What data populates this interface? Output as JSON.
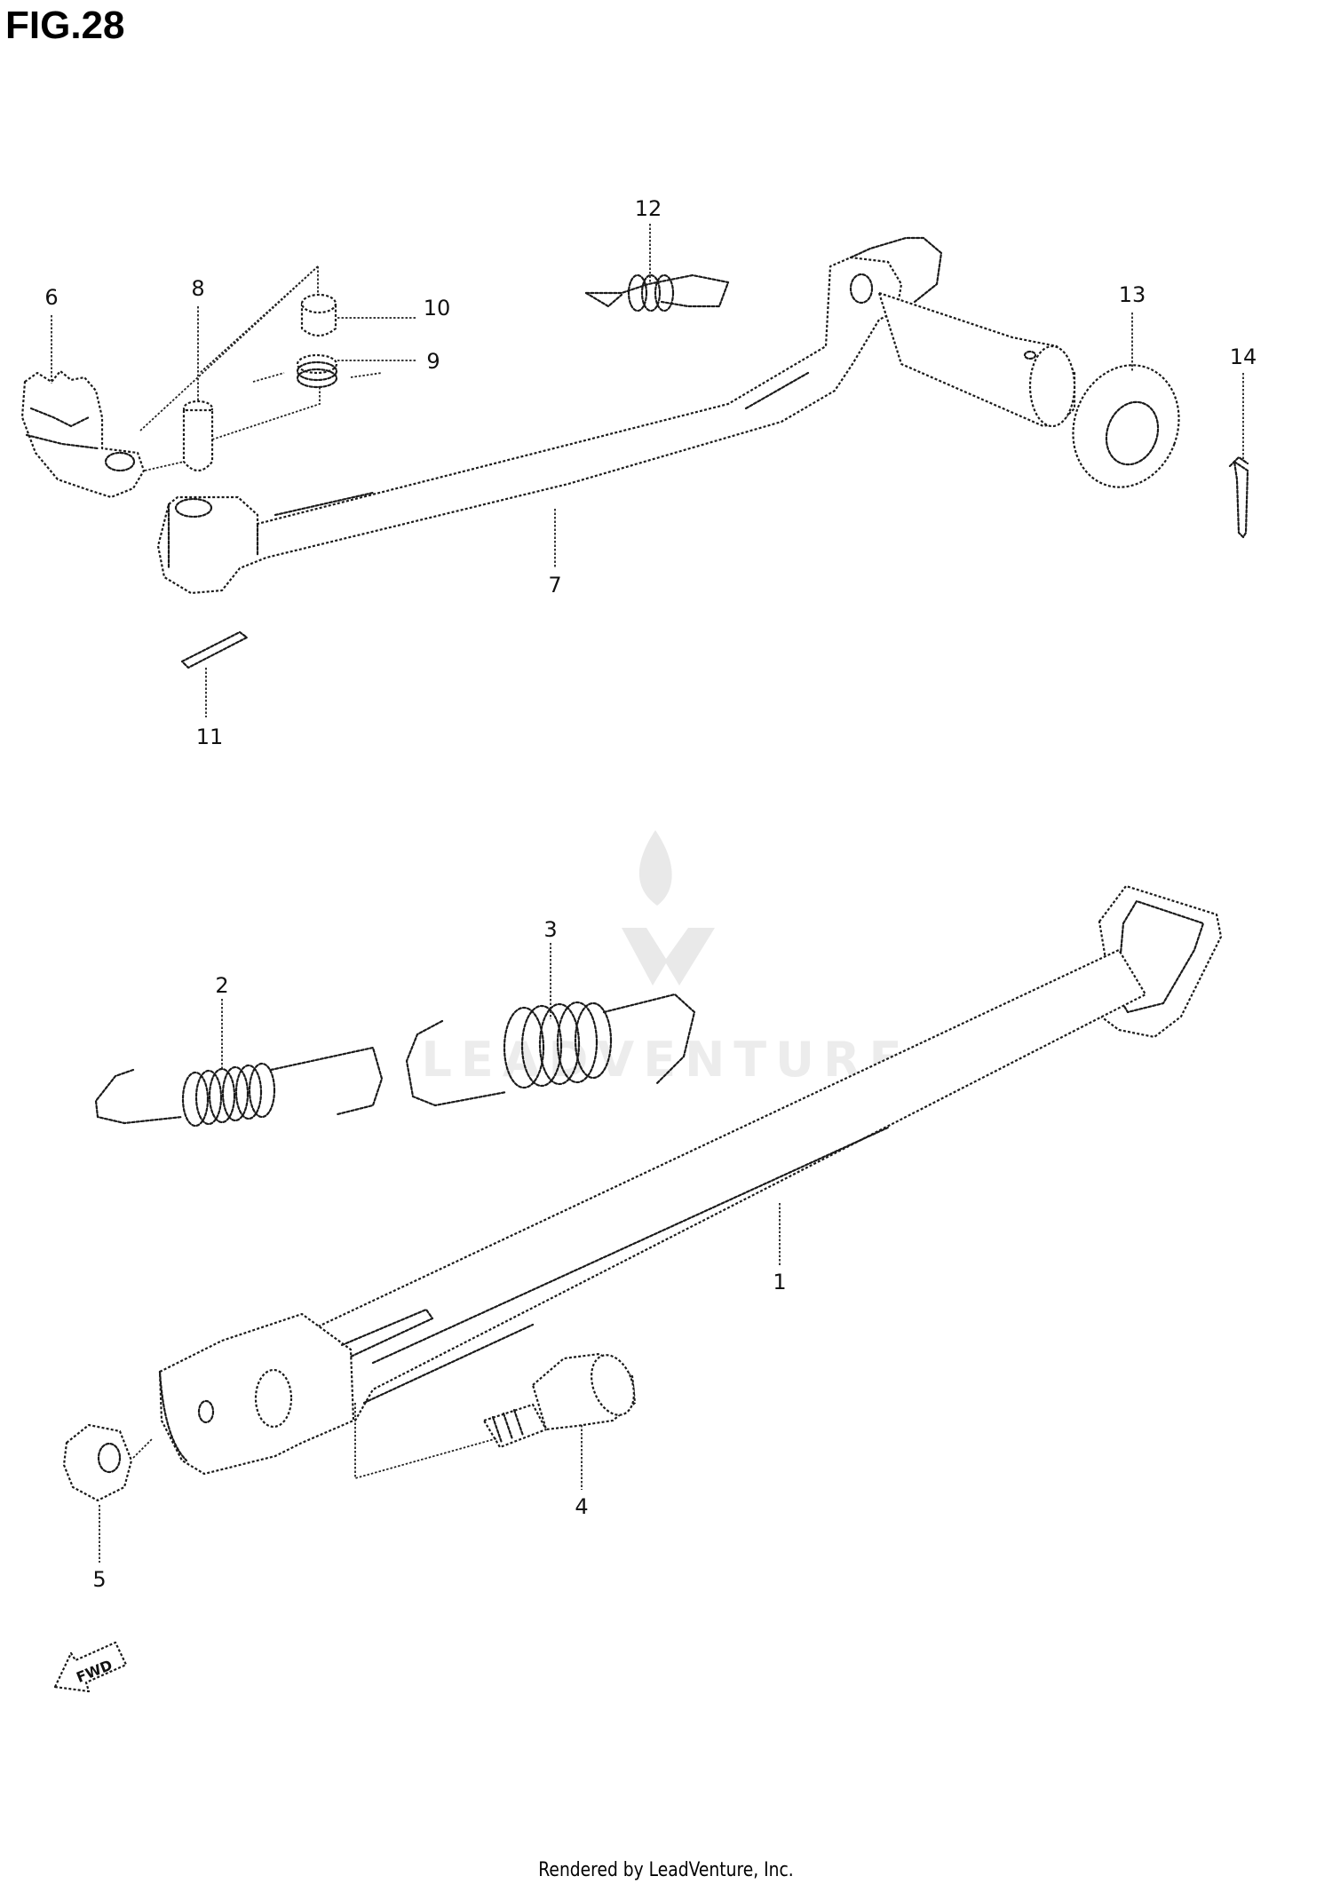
{
  "figure": {
    "title": "FIG.28"
  },
  "callouts": [
    "1",
    "2",
    "3",
    "4",
    "5",
    "6",
    "7",
    "8",
    "9",
    "10",
    "11",
    "12",
    "13",
    "14"
  ],
  "watermark": {
    "text": "LEADVENTURE"
  },
  "direction_badge": {
    "text": "FWD"
  },
  "footer": {
    "text": "Rendered by LeadVenture, Inc."
  }
}
